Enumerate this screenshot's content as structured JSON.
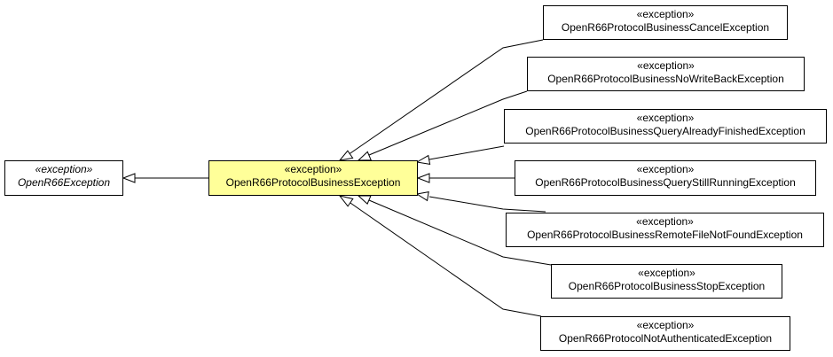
{
  "diagram": {
    "root": {
      "stereotype": "«exception»",
      "name": "OpenR66Exception"
    },
    "focus": {
      "stereotype": "«exception»",
      "name": "OpenR66ProtocolBusinessException"
    },
    "children": [
      {
        "stereotype": "«exception»",
        "name": "OpenR66ProtocolBusinessCancelException"
      },
      {
        "stereotype": "«exception»",
        "name": "OpenR66ProtocolBusinessNoWriteBackException"
      },
      {
        "stereotype": "«exception»",
        "name": "OpenR66ProtocolBusinessQueryAlreadyFinishedException"
      },
      {
        "stereotype": "«exception»",
        "name": "OpenR66ProtocolBusinessQueryStillRunningException"
      },
      {
        "stereotype": "«exception»",
        "name": "OpenR66ProtocolBusinessRemoteFileNotFoundException"
      },
      {
        "stereotype": "«exception»",
        "name": "OpenR66ProtocolBusinessStopException"
      },
      {
        "stereotype": "«exception»",
        "name": "OpenR66ProtocolNotAuthenticatedException"
      }
    ]
  }
}
